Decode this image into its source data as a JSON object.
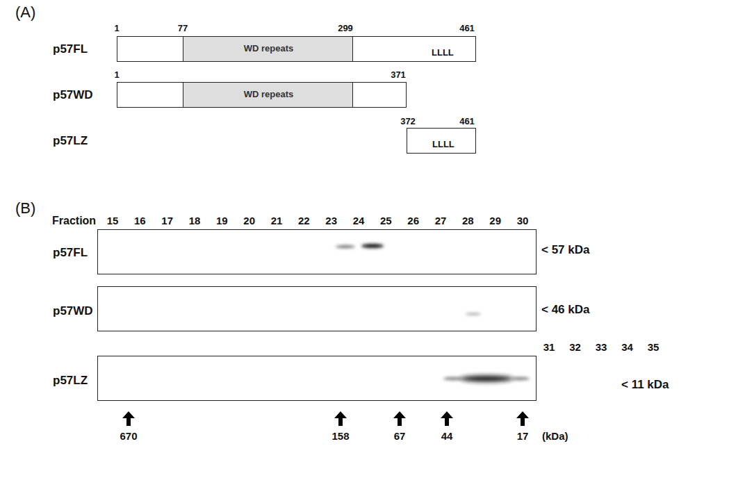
{
  "diagram": {
    "nodes": [
      {
        "text": [
          "p57FL",
          "LLLL"
        ]
      },
      {
        "text": [
          "WD repeats"
        ],
        "in": 0
      },
      {
        "text": [
          "p57WD"
        ]
      },
      {
        "text": [
          "WD repeats"
        ],
        "in": 2
      },
      {
        "text": [
          "p57LZ",
          "LLLL"
        ]
      },
      {
        "text": [
          "p57FL",
          "< 57 kDa"
        ]
      },
      {
        "text": [
          "p57WD",
          "< 46 kDa"
        ]
      },
      {
        "text": [
          "p57LZ",
          "< 11 kDa"
        ]
      }
    ],
    "edges": [],
    "labels": [
      "(A)",
      "1",
      "77",
      "299",
      "461",
      "1",
      "371",
      "372",
      "461",
      "(B)",
      "Fraction",
      "15",
      "16",
      "17",
      "18",
      "19",
      "20",
      "21",
      "22",
      "23",
      "24",
      "25",
      "26",
      "27",
      "28",
      "29",
      "30",
      "31",
      "32",
      "33",
      "34",
      "35",
      "670",
      "158",
      "67",
      "44",
      "17",
      "(kDa)"
    ]
  }
}
